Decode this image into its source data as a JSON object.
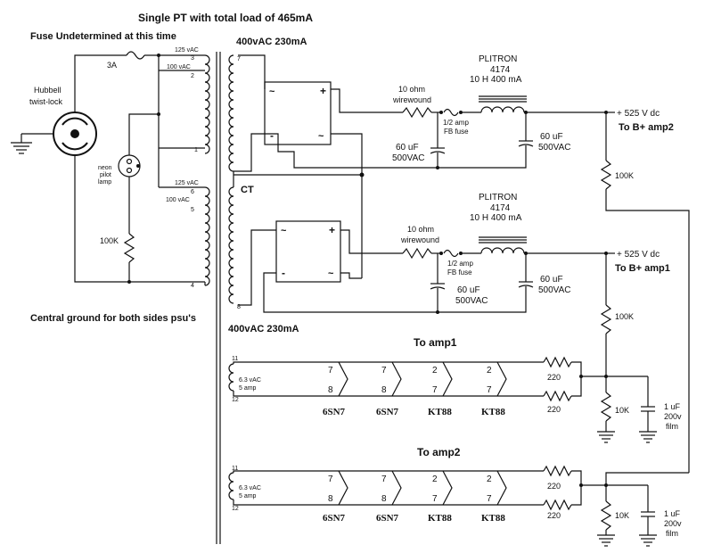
{
  "header": {
    "title": "Single PT with total load of 465mA",
    "fuse_note": "Fuse Undetermined at this time",
    "central_ground": "Central ground for both sides psu's"
  },
  "mains": {
    "plug_line1": "Hubbell",
    "plug_line2": "twist-lock",
    "fuse": "3A",
    "neon_line1": "neon",
    "neon_line2": "pilot",
    "neon_line3": "lamp",
    "resistor": "100K",
    "pri1_125": "125 vAC",
    "pri1_100": "100 vAC",
    "pri2_125": "125 vAC",
    "pri2_100": "100 vAC",
    "pin_3": "3",
    "pin_2": "2",
    "pin_1": "1",
    "pin_6": "6",
    "pin_5": "5",
    "pin_4": "4"
  },
  "transformer": {
    "sec_top": "400vAC 230mA",
    "sec_bot": "400vAC 230mA",
    "ct": "CT",
    "pin_7": "7",
    "pin_8": "8"
  },
  "supply_top": {
    "bridge_plus": "+",
    "bridge_minus": "-",
    "bridge_ac": "~",
    "res_line1": "10 ohm",
    "res_line2": "wirewound",
    "fuse_line1": "1/2 amp",
    "fuse_line2": "FB fuse",
    "choke_line1": "PLITRON",
    "choke_line2": "4174",
    "choke_line3": "10 H 400 mA",
    "cap1_line1": "60 uF",
    "cap1_line2": "500VAC",
    "cap2_line1": "60 uF",
    "cap2_line2": "500VAC",
    "voltage": "+ 525 V dc",
    "dest": "To B+ amp2",
    "bleeder": "100K"
  },
  "supply_bot": {
    "bridge_plus": "+",
    "bridge_minus": "-",
    "bridge_ac": "~",
    "res_line1": "10 ohm",
    "res_line2": "wirewound",
    "fuse_line1": "1/2 amp",
    "fuse_line2": "FB fuse",
    "choke_line1": "PLITRON",
    "choke_line2": "4174",
    "choke_line3": "10 H 400 mA",
    "cap1_line1": "60 uF",
    "cap1_line2": "500VAC",
    "cap2_line1": "60 uF",
    "cap2_line2": "500VAC",
    "voltage": "+ 525 V dc",
    "dest": "To B+ amp1",
    "bleeder": "100K"
  },
  "heater_amp1": {
    "title": "To amp1",
    "winding_line1": "6.3 vAC",
    "winding_line2": "5 amp",
    "pin_top": "11",
    "pin_bot": "12",
    "tube_pins": [
      {
        "top": "7",
        "bot": "8"
      },
      {
        "top": "7",
        "bot": "8"
      },
      {
        "top": "2",
        "bot": "7"
      },
      {
        "top": "2",
        "bot": "7"
      }
    ],
    "tubes": [
      "6SN7",
      "6SN7",
      "KT88",
      "KT88"
    ],
    "r1": "220",
    "r2": "220",
    "r3": "10K",
    "cap_line1": "1 uF",
    "cap_line2": "200v",
    "cap_line3": "film"
  },
  "heater_amp2": {
    "title": "To amp2",
    "winding_line1": "6.3 vAC",
    "winding_line2": "5 amp",
    "pin_top": "11",
    "pin_bot": "12",
    "tube_pins": [
      {
        "top": "7",
        "bot": "8"
      },
      {
        "top": "7",
        "bot": "8"
      },
      {
        "top": "2",
        "bot": "7"
      },
      {
        "top": "2",
        "bot": "7"
      }
    ],
    "tubes": [
      "6SN7",
      "6SN7",
      "KT88",
      "KT88"
    ],
    "r1": "220",
    "r2": "220",
    "r3": "10K",
    "cap_line1": "1 uF",
    "cap_line2": "200v",
    "cap_line3": "film"
  }
}
